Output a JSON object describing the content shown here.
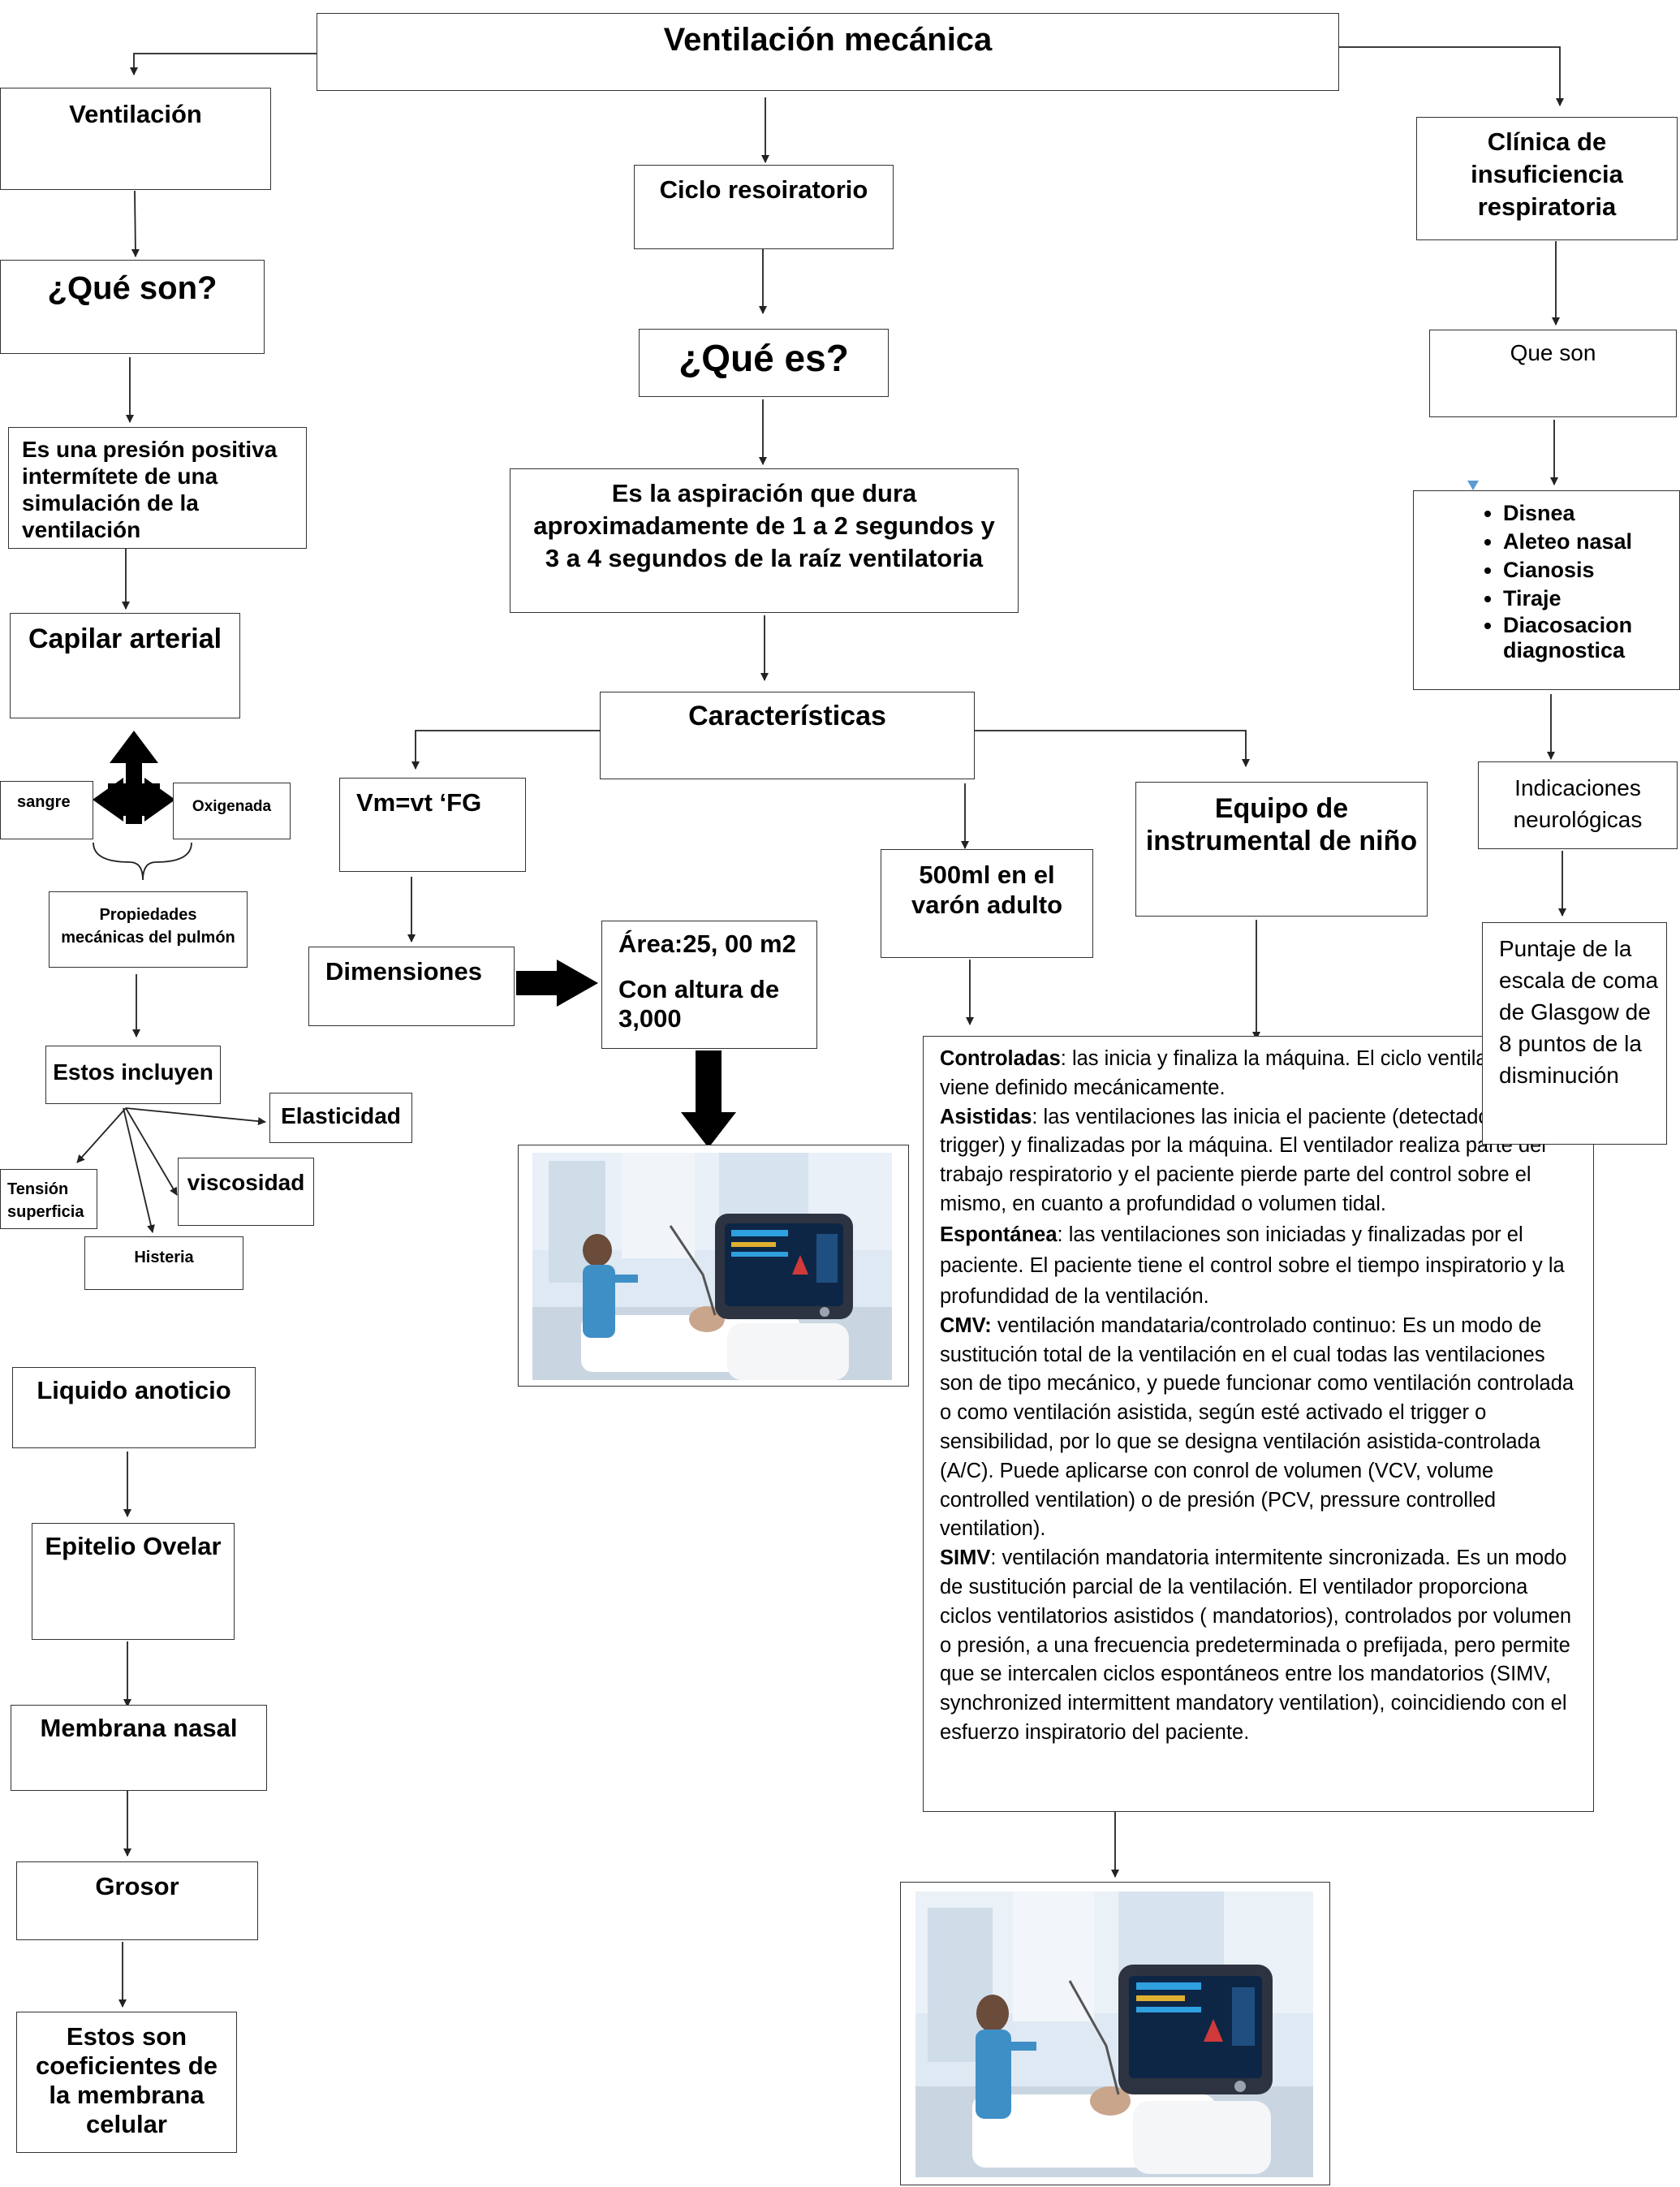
{
  "diagram": {
    "title": "Ventilación mecánica",
    "left": {
      "ventilacion": "Ventilación",
      "que_son": "¿Qué son?",
      "definicion": "Es una presión positiva intermítete de una simulación de la ventilación",
      "capilar": "Capilar arterial",
      "sangre": "sangre",
      "oxigenada": "Oxigenada",
      "propiedades": "Propiedades mecánicas del pulmón",
      "estos_incluyen": "Estos incluyen",
      "elasticidad": "Elasticidad",
      "tension": "Tensión superficia",
      "viscosidad": "viscosidad",
      "histeria": "Histeria",
      "liquido": "Liquido anoticio",
      "epitelio": "Epitelio Ovelar",
      "membrana": "Membrana nasal",
      "grosor": "Grosor",
      "coeficientes": "Estos son coeficientes de la membrana celular"
    },
    "center": {
      "ciclo": "Ciclo resoiratorio",
      "que_es": "¿Qué es?",
      "aspiracion": "Es la aspiración que dura aproximadamente de 1 a 2 segundos y 3 a 4 segundos de la raíz ventilatoria",
      "caracteristicas": "Características",
      "vm": "Vm=vt ‘FG",
      "dimensiones": "Dimensiones",
      "area": "Área:25, 00 m2",
      "altura": "Con altura de 3,000",
      "varon": "500ml  en el varón adulto",
      "equipo": "Equipo de instrumental de niño"
    },
    "right": {
      "clinica": "Clínica de insuficiencia respiratoria",
      "que_son": "Que son",
      "sintomas": [
        "Disnea",
        "Aleteo nasal",
        "Cianosis",
        "Tiraje",
        "Diacosacion diagnostica"
      ],
      "indicaciones": "Indicaciones neurológicas",
      "puntaje": "Puntaje de la escala de coma de Glasgow de 8 puntos de la disminución"
    },
    "modes": [
      {
        "term": "Controladas",
        "text": ": las inicia y finaliza la máquina. El ciclo ventilatorio viene definido mecánicamente."
      },
      {
        "term": "Asistidas",
        "text": ": las ventilaciones las inicia el paciente (detectado por el trigger) y finalizadas por la máquina. El ventilador realiza parte del trabajo respiratorio y el paciente pierde parte del control sobre el mismo, en cuanto a profundidad o volumen tidal."
      },
      {
        "term": "Espontánea",
        "text": ": las ventilaciones son iniciadas y finalizadas por el paciente. El paciente tiene el control sobre el tiempo inspiratorio y la profundidad de la ventilación."
      },
      {
        "term": "CMV:",
        "text": " ventilación mandataria/controlado continuo: Es un modo de sustitución total de la ventilación en el cual todas las ventilaciones son de tipo mecánico, y puede funcionar como ventilación controlada o como ventilación asistida, según esté activado el trigger o sensibilidad, por lo que se designa ventilación asistida-controlada (A/C). Puede aplicarse con conrol de volumen (VCV, volume controlled ventilation) o de presión (PCV, pressure controlled ventilation)."
      },
      {
        "term": "SIMV",
        "text": ": ventilación mandatoria intermitente sincronizada. Es un modo de sustitución parcial de la ventilación. El ventilador proporciona ciclos ventilatorios asistidos ( mandatorios), controlados por volumen o presión, a una frecuencia predeterminada o prefijada, pero permite que se intercalen ciclos espontáneos entre los mandatorios (SIMV, synchronized intermittent mandatory ventilation), coincidiendo con el esfuerzo inspiratorio del paciente."
      }
    ]
  },
  "colors": {
    "line": "#222222",
    "bullet_marker": "#5b9bd5"
  }
}
